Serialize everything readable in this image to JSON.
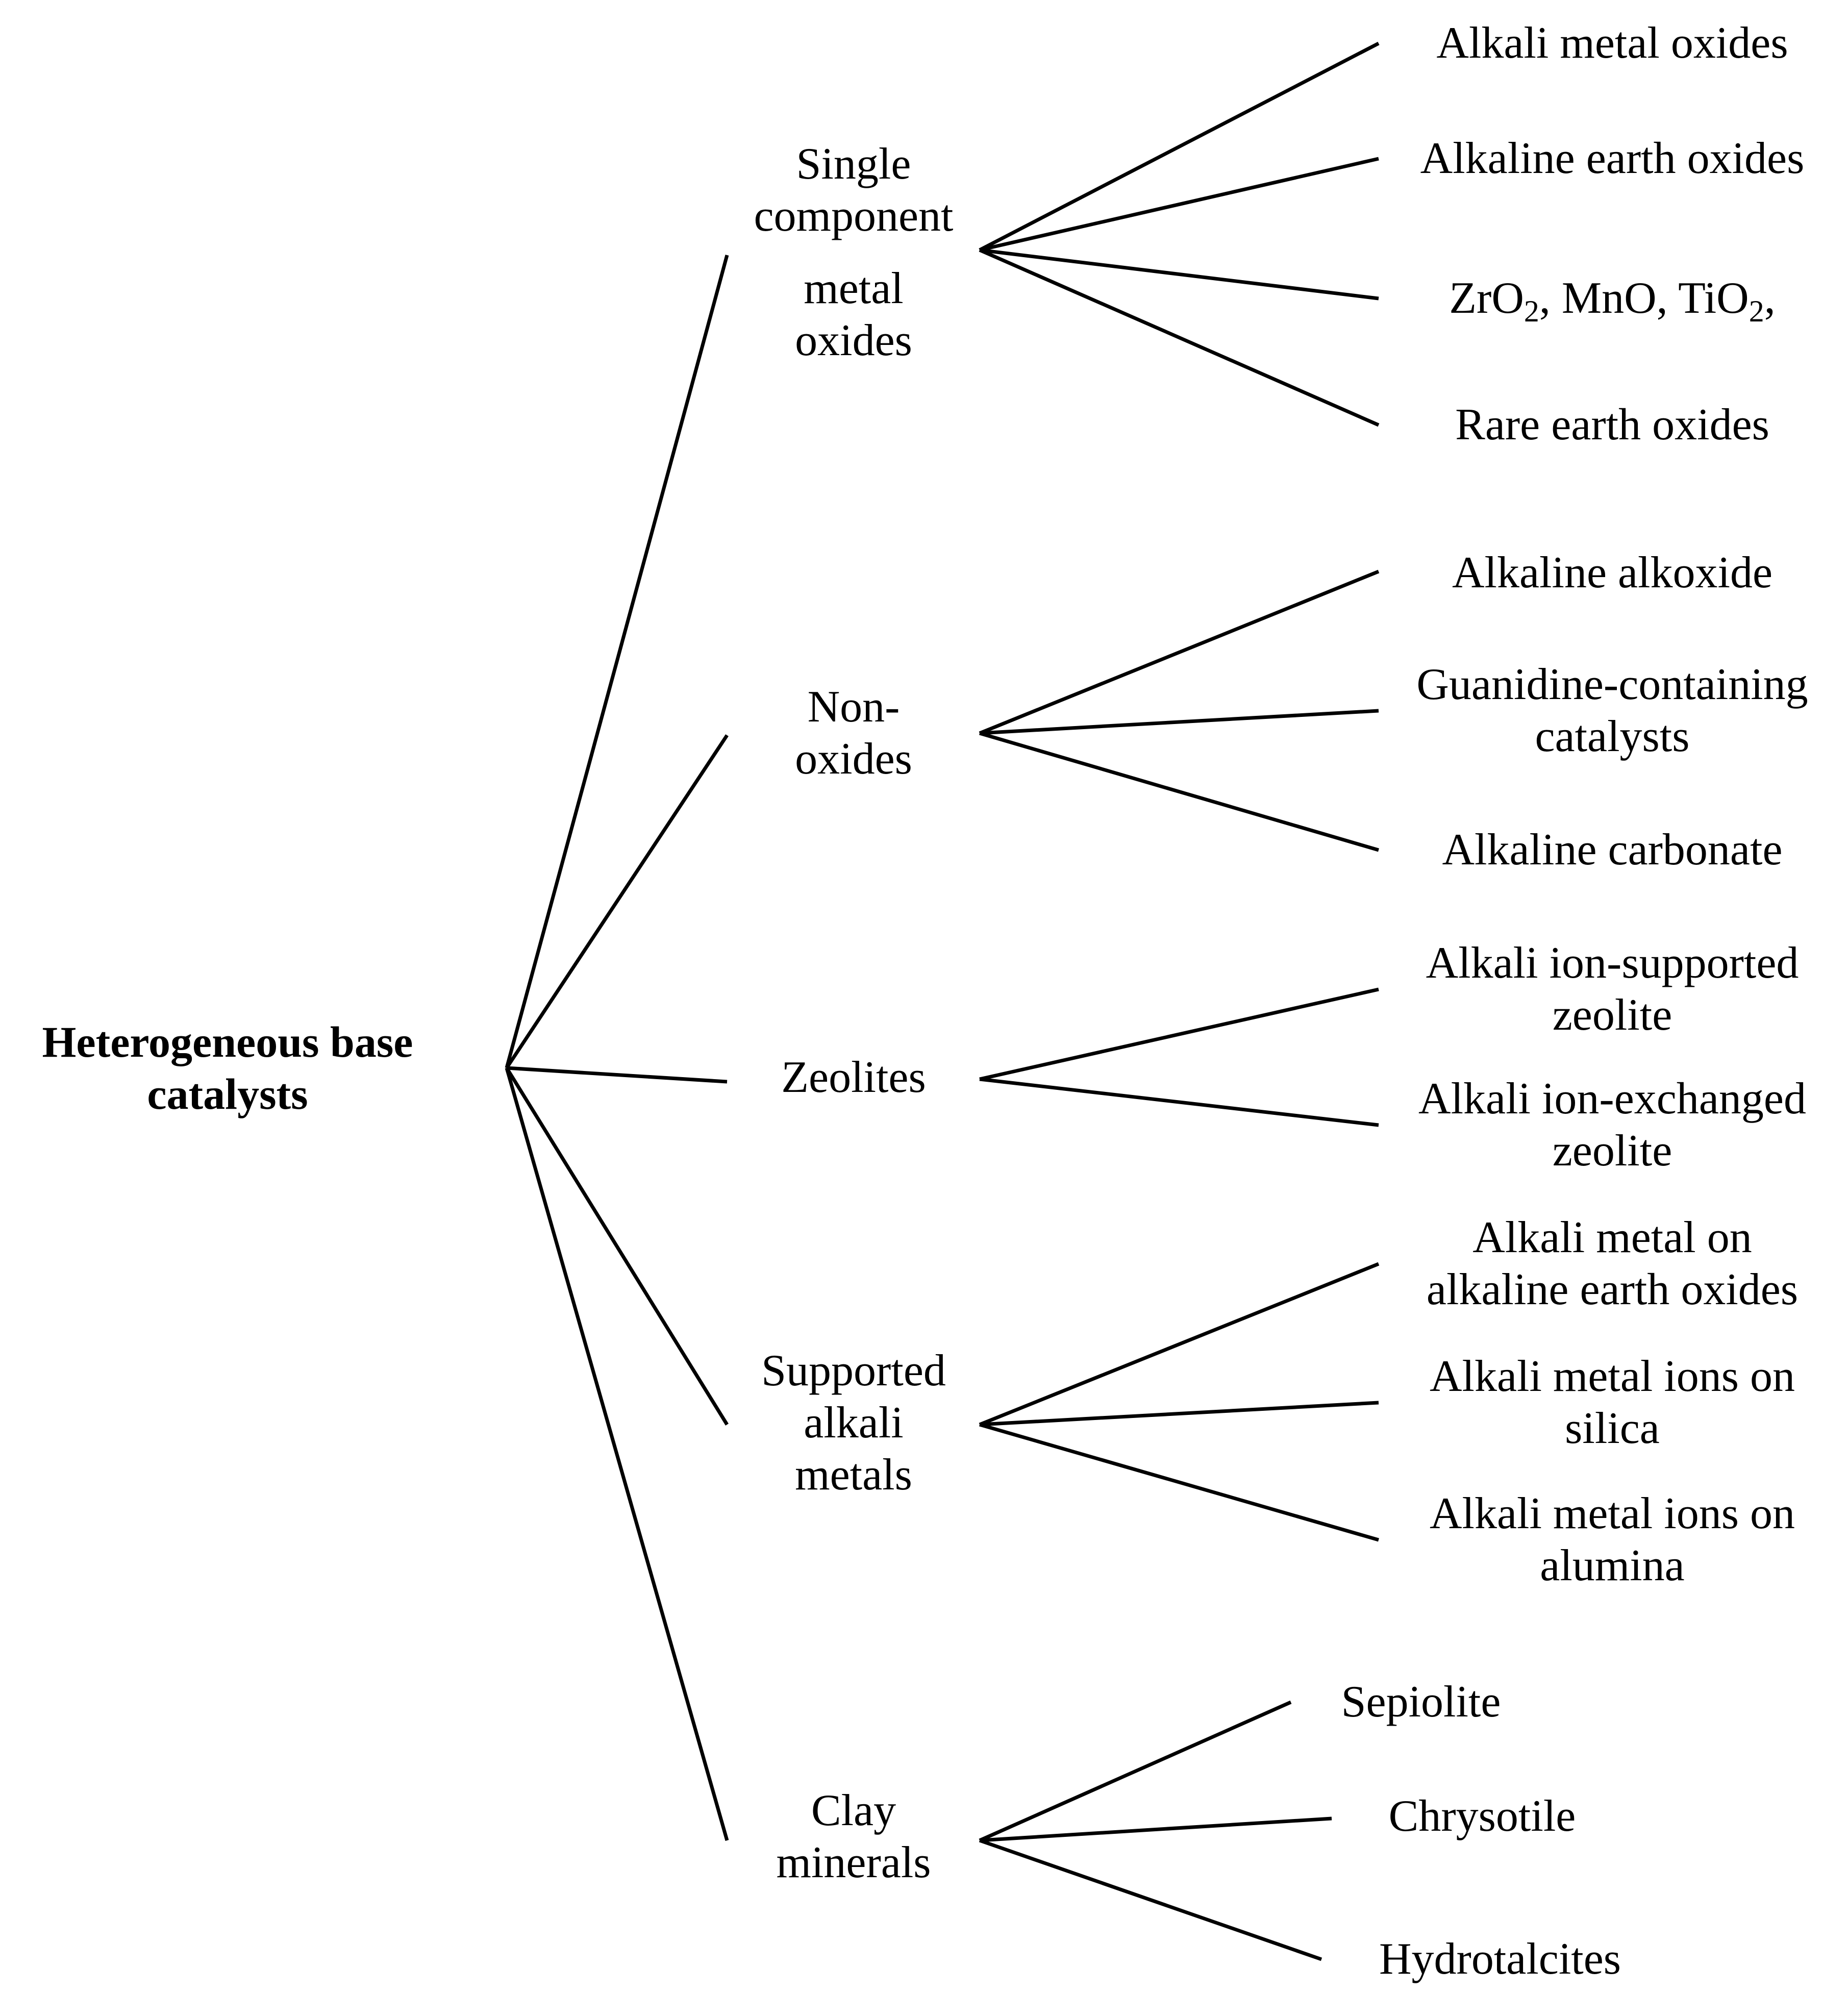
{
  "root": {
    "line1": "Heterogeneous base",
    "line2": "catalysts"
  },
  "categories": [
    {
      "lines": [
        "Single",
        "component",
        "metal",
        "oxides"
      ]
    },
    {
      "lines": [
        "Non-",
        "oxides"
      ]
    },
    {
      "lines": [
        "Zeolites"
      ]
    },
    {
      "lines": [
        "Supported",
        "alkali",
        "metals"
      ]
    },
    {
      "lines": [
        "Clay",
        "minerals"
      ]
    }
  ],
  "leaves": {
    "single": [
      {
        "lines": [
          "Alkali metal oxides"
        ]
      },
      {
        "lines": [
          "Alkaline earth oxides"
        ]
      },
      {
        "formula": [
          "ZrO",
          "2",
          ", MnO, TiO",
          "2",
          ","
        ]
      },
      {
        "lines": [
          "Rare earth oxides"
        ]
      }
    ],
    "nonoxides": [
      {
        "lines": [
          "Alkaline alkoxide"
        ]
      },
      {
        "lines": [
          "Guanidine-containing",
          "catalysts"
        ]
      },
      {
        "lines": [
          "Alkaline carbonate"
        ]
      }
    ],
    "zeolites": [
      {
        "lines": [
          "Alkali ion-supported",
          "zeolite"
        ]
      },
      {
        "lines": [
          "Alkali ion-exchanged",
          "zeolite"
        ]
      }
    ],
    "supported": [
      {
        "lines": [
          "Alkali metal on",
          "alkaline earth oxides"
        ]
      },
      {
        "lines": [
          "Alkali metal ions on",
          "silica"
        ]
      },
      {
        "lines": [
          "Alkali metal ions on",
          "alumina"
        ]
      }
    ],
    "clay": [
      {
        "lines": [
          "Sepiolite"
        ]
      },
      {
        "lines": [
          "Chrysotile"
        ]
      },
      {
        "lines": [
          "Hydrotalcites"
        ]
      }
    ]
  }
}
